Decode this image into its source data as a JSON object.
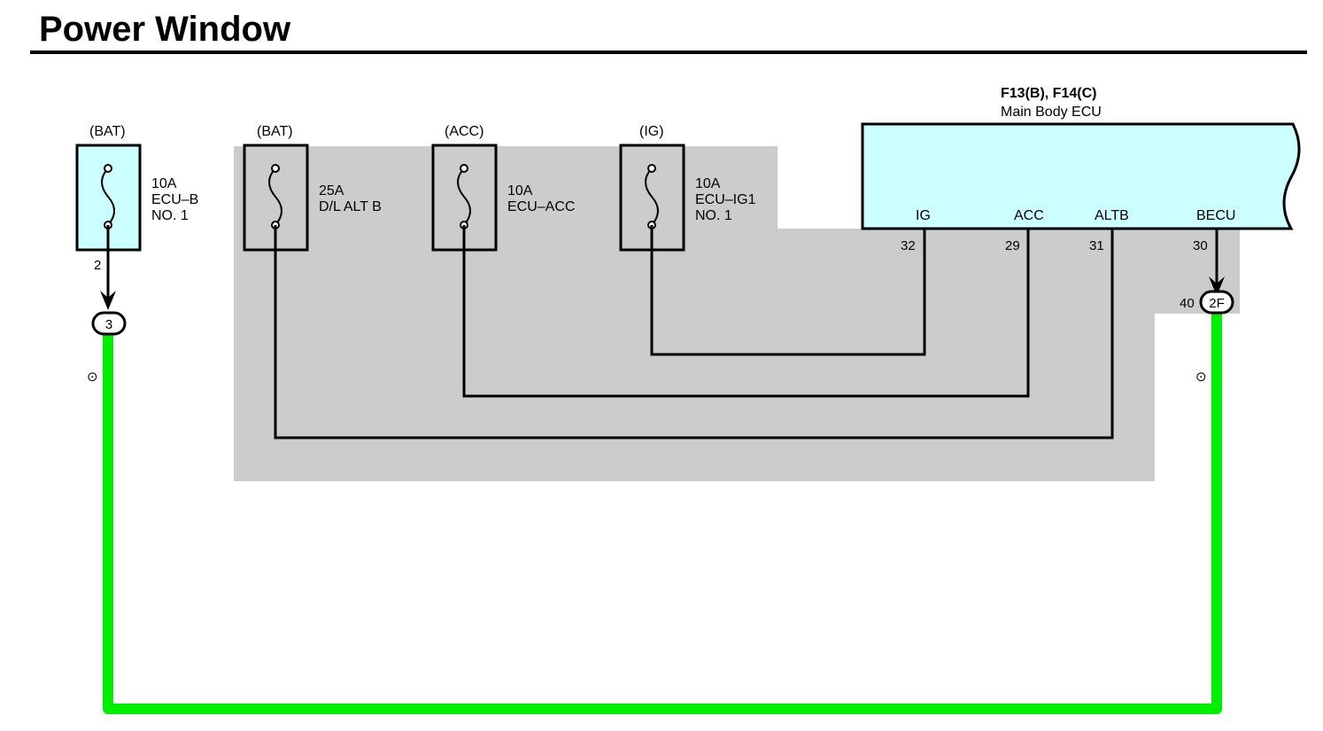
{
  "title": "Power Window",
  "ecu": {
    "code": "F13(B), F14(C)",
    "name": "Main Body ECU",
    "fill": "#ccffff",
    "terminals": [
      {
        "label": "IG",
        "pin": "32"
      },
      {
        "label": "ACC",
        "pin": "29"
      },
      {
        "label": "ALTB",
        "pin": "31"
      },
      {
        "label": "BECU",
        "pin": "30"
      }
    ]
  },
  "fuses": [
    {
      "source": "(BAT)",
      "lines": [
        "10A",
        "ECU–B",
        "NO. 1"
      ],
      "fill": "#ccffff",
      "pin": "2"
    },
    {
      "source": "(BAT)",
      "lines": [
        "25A",
        "D/L ALT B"
      ],
      "fill": "#cccccc"
    },
    {
      "source": "(ACC)",
      "lines": [
        "10A",
        "ECU–ACC"
      ],
      "fill": "#cccccc"
    },
    {
      "source": "(IG)",
      "lines": [
        "10A",
        "ECU–IG1",
        "NO. 1"
      ],
      "fill": "#cccccc"
    }
  ],
  "connectors": [
    {
      "label": "3"
    },
    {
      "label": "2F",
      "pin": "40"
    }
  ],
  "wire_marks": [
    "⊙",
    "⊙"
  ],
  "colors": {
    "shaded_area": "#cccccc",
    "harness_wire": "#00ee00",
    "wire": "#000000"
  }
}
